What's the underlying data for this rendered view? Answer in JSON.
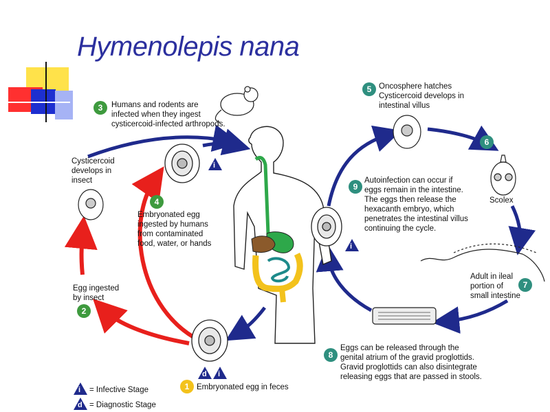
{
  "title": "Hymenolepis nana",
  "colors": {
    "title": "#2b2f9e",
    "blue_arrow": "#1f2a8c",
    "red_arrow": "#e8201c",
    "step_circle": "#3e9a3e",
    "step1_circle": "#f3c21c"
  },
  "steps": [
    {
      "number": "1",
      "text": "Embryonated egg in feces"
    },
    {
      "number": "2",
      "text": "Egg ingested\nby insect"
    },
    {
      "number": "3",
      "text": "Humans and rodents are\ninfected when they ingest\ncysticercoid-infected arthropods."
    },
    {
      "number": "4",
      "text": "Embryonated egg\ningested by humans\nfrom contaminated\nfood, water, or hands"
    },
    {
      "number": "5",
      "text": "Oncosphere hatches\nCysticercoid develops in\nintestinal villus"
    },
    {
      "number": "6",
      "text": "Scolex"
    },
    {
      "number": "7",
      "text": "Adult in ileal\nportion of\nsmall intestine"
    },
    {
      "number": "8",
      "text": "Eggs can be released through the\ngenital atrium of the gravid proglottids.\nGravid proglottids can also disintegrate\nreleasing eggs that are passed in stools."
    },
    {
      "number": "9",
      "text": "Autoinfection can occur if\neggs remain in the intestine.\nThe eggs then release the\nhexacanth embryo, which\npenetrates the intestinal villus\ncontinuing the cycle."
    }
  ],
  "cysticercoid_label": "Cysticercoid\ndevelops in\ninsect",
  "legend": {
    "infective_letter": "i",
    "infective_label": "= Infective Stage",
    "diagnostic_letter": "d",
    "diagnostic_label": "= Diagnostic Stage"
  },
  "stage_marks": {
    "i": "i",
    "d": "d"
  }
}
